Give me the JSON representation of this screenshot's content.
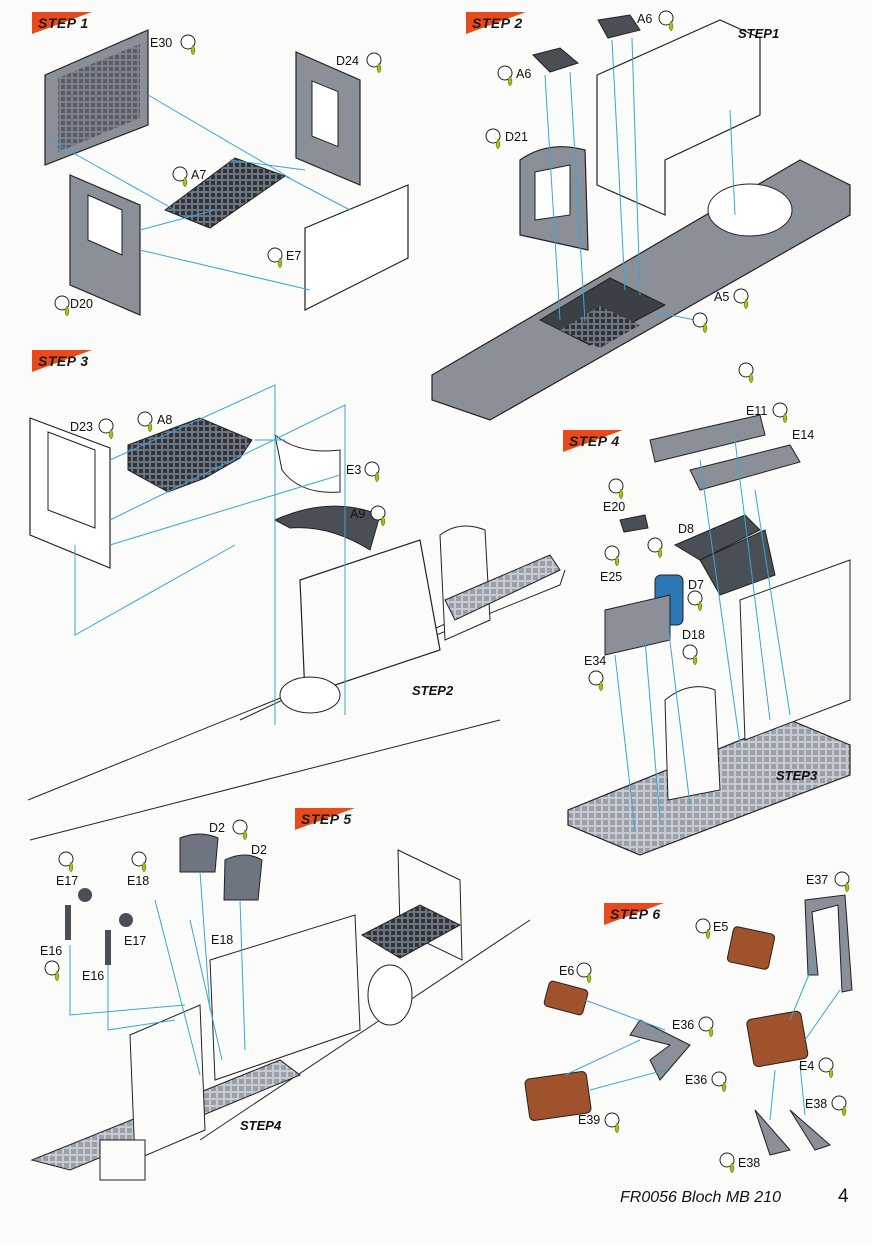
{
  "steps": {
    "s1": "STEP 1",
    "s2": "STEP 2",
    "s3": "STEP 3",
    "s4": "STEP 4",
    "s5": "STEP 5",
    "s6": "STEP 6"
  },
  "subassembly_refs": {
    "step1": "STEP1",
    "step2": "STEP2",
    "step3": "STEP3",
    "step4": "STEP4"
  },
  "parts": {
    "E30": "E30",
    "D24": "D24",
    "A7": "A7",
    "E7": "E7",
    "D20": "D20",
    "A6a": "A6",
    "A6b": "A6",
    "D21": "D21",
    "A5": "A5",
    "D23": "D23",
    "A8": "A8",
    "E3": "E3",
    "A9": "A9",
    "E11": "E11",
    "E14": "E14",
    "E20": "E20",
    "D8": "D8",
    "E25": "E25",
    "D7": "D7",
    "D18": "D18",
    "E34": "E34",
    "D2a": "D2",
    "D2b": "D2",
    "E17a": "E17",
    "E18a": "E18",
    "E16a": "E16",
    "E17b": "E17",
    "E18b": "E18",
    "E16b": "E16",
    "E37": "E37",
    "E5": "E5",
    "E6": "E6",
    "E36a": "E36",
    "E36b": "E36",
    "E4": "E4",
    "E38a": "E38",
    "E38b": "E38",
    "E39": "E39"
  },
  "footer": {
    "code": "FR0056 Bloch MB 210",
    "page": "4"
  },
  "colors": {
    "banner": "#e84a1c",
    "guide": "#3aa6d8",
    "panel": "#8a8f98",
    "cushion": "#a0522d",
    "drop": "#9cc21b"
  }
}
